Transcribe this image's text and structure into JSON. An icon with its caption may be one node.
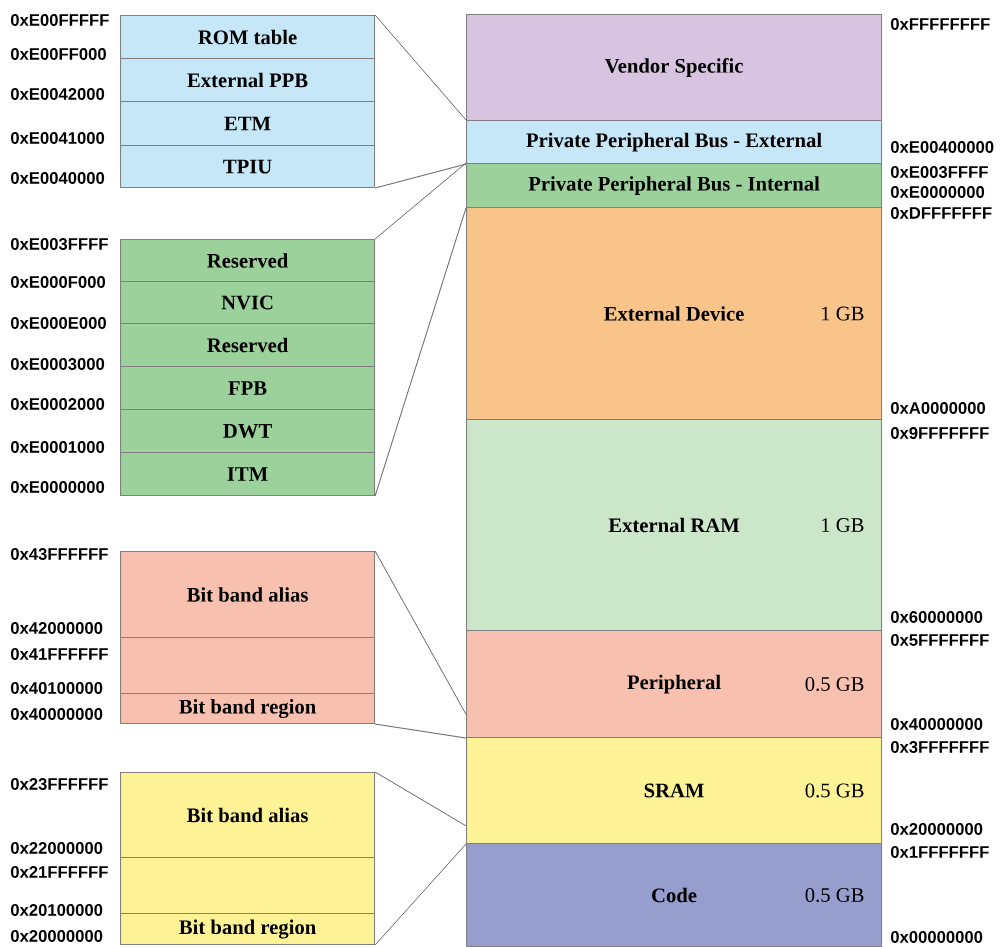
{
  "diagram": {
    "nodes": [
      {
        "text": [
          "Vendor Specific"
        ]
      },
      {
        "text": [
          "Private Peripheral Bus - External"
        ]
      },
      {
        "text": [
          "Private Peripheral Bus - Internal"
        ]
      },
      {
        "text": [
          "External Device",
          "1 GB"
        ]
      },
      {
        "text": [
          "External RAM",
          "1 GB"
        ]
      },
      {
        "text": [
          "Peripheral",
          "0.5 GB"
        ]
      },
      {
        "text": [
          "SRAM",
          "0.5 GB"
        ]
      },
      {
        "text": [
          "Code",
          "0.5 GB"
        ]
      },
      {
        "text": [
          "ROM table"
        ]
      },
      {
        "text": [
          "External PPB"
        ]
      },
      {
        "text": [
          "ETM"
        ]
      },
      {
        "text": [
          "TPIU"
        ]
      },
      {
        "text": [
          "Reserved"
        ]
      },
      {
        "text": [
          "NVIC"
        ]
      },
      {
        "text": [
          "Reserved"
        ]
      },
      {
        "text": [
          "FPB"
        ]
      },
      {
        "text": [
          "DWT"
        ]
      },
      {
        "text": [
          "ITM"
        ]
      },
      {
        "text": [
          "Bit band alias"
        ]
      },
      {
        "text": [],
        "shape": "box"
      },
      {
        "text": [
          "Bit band region"
        ]
      },
      {
        "text": [
          "Bit band alias"
        ]
      },
      {
        "text": [],
        "shape": "box"
      },
      {
        "text": [
          "Bit band region"
        ]
      }
    ],
    "edges": [
      {
        "from": 8,
        "to": 1,
        "arrow": "none"
      },
      {
        "from": 11,
        "to": 1,
        "arrow": "none"
      },
      {
        "from": 12,
        "to": 2,
        "arrow": "none"
      },
      {
        "from": 17,
        "to": 2,
        "arrow": "none"
      },
      {
        "from": 18,
        "to": 5,
        "arrow": "none"
      },
      {
        "from": 20,
        "to": 5,
        "arrow": "none"
      },
      {
        "from": 21,
        "to": 6,
        "arrow": "none"
      },
      {
        "from": 23,
        "to": 6,
        "arrow": "none"
      }
    ],
    "labels": [
      "0xE00FFFFF",
      "0xE00FF000",
      "0xE0042000",
      "0xE0041000",
      "0xE0040000",
      "0xE003FFFF",
      "0xE000F000",
      "0xE000E000",
      "0xE0003000",
      "0xE0002000",
      "0xE0001000",
      "0xE0000000",
      "0x43FFFFFF",
      "0x42000000",
      "0x41FFFFFF",
      "0x40100000",
      "0x40000000",
      "0x23FFFFFF",
      "0x22000000",
      "0x21FFFFFF",
      "0x20100000",
      "0x20000000",
      "0xFFFFFFFF",
      "0xE00400000",
      "0xE003FFFF",
      "0xE0000000",
      "0xDFFFFFFF",
      "0xA0000000",
      "0x9FFFFFFF",
      "0x60000000",
      "0x5FFFFFFF",
      "0x40000000",
      "0x3FFFFFFF",
      "0x20000000",
      "0x1FFFFFFF",
      "0x00000000"
    ]
  }
}
